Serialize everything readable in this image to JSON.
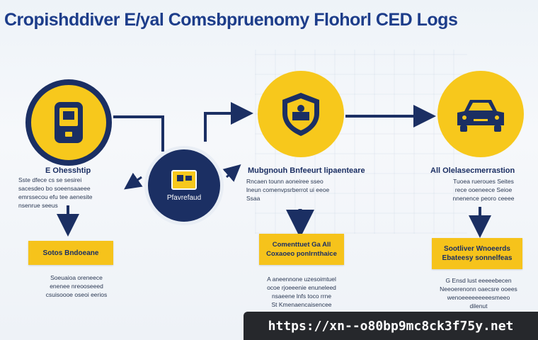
{
  "title": "Cropishddiver E/yal Comsbpruenomy Flohorl CED Logs",
  "nodes": {
    "left": {
      "header": "E Ohesshtip",
      "body": "Sste dfece cs se sesirei\nsacesdeo bo soeensaaeee\nemrssecou efu tee aenesite\nnsenrue seeus",
      "box": "Sotos Bndoeane",
      "box_body": "Soeuaioa oreneece\nenenee nreooseeed\ncsuisoooe oseoi eerios"
    },
    "center": {
      "label": "Pfavrefaud"
    },
    "middle": {
      "header": "Mubgnouh Bnfeeurt lipaenteare",
      "body": "Rncaen tounn aoneiree sseo\nlneun comenvpsrberrot ui eeoe\nSsaa",
      "box": "Comenttuet Ga All\nCoxaoeo ponlrnthaice",
      "box_body": "A aneennone uzesoimtuel\nocoe rjoeeenie enuneleed\nnsaeene lnfs toco rrne\nSt Kmenaencaisencee"
    },
    "right": {
      "header": "All Olelasecmerrastion",
      "body": "Tuoea rueroues Seites\nrece ooeneece Seioe\nnnenence peoro ceeee",
      "box": "Sootliver Wnoeerds\nEbateesy sonnelfeas",
      "box_body": "G Ensd lust eeeeebecen\nNeeoerenonn oaecsre ooees\nwenoeeeeeeeeesmeeo\ndilenut"
    }
  },
  "url_banner": "https://xn--o80bp9mc8ck3f75y.net",
  "colors": {
    "navy": "#1b2f63",
    "yellow": "#f7c81c",
    "banner": "#26282c"
  }
}
